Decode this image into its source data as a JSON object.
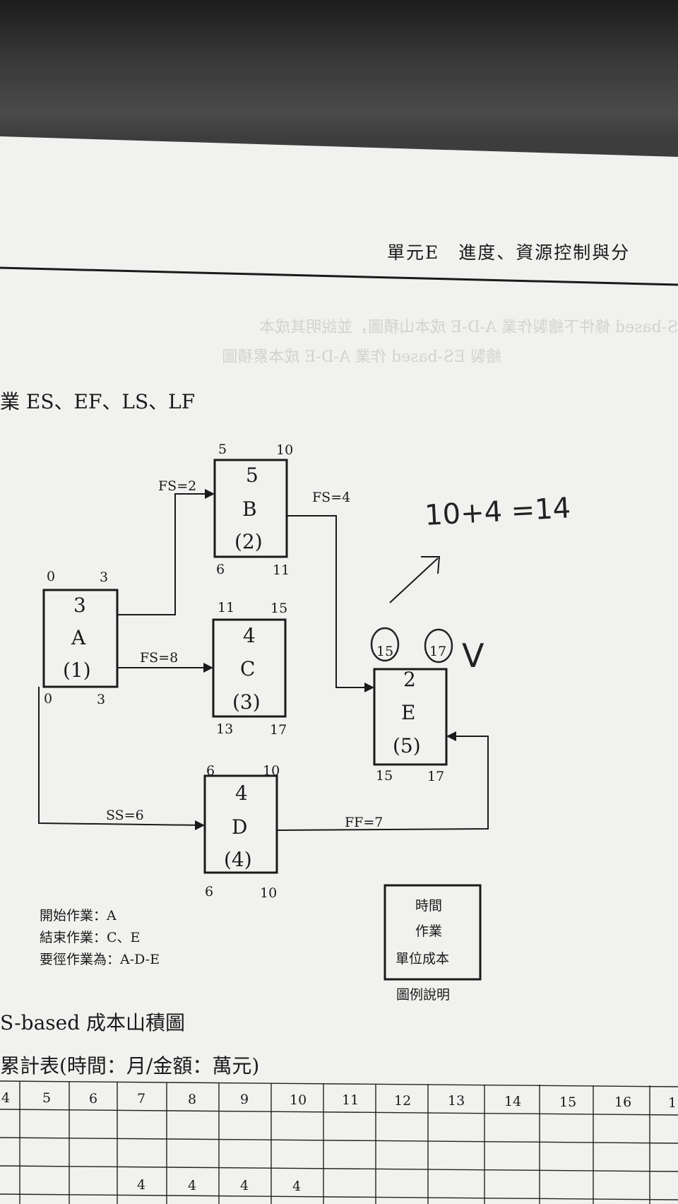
{
  "header": {
    "unit_title": "單元E　進度、資源控制與分"
  },
  "bleed": {
    "line1": "S-based 條件下繪製作業 A-D-E 成本山積圖，並說明其成本",
    "line2": "繪製 ES-based 作業 A-D-E 成本累積圖"
  },
  "section": {
    "heading": "業 ES、EF、LS、LF"
  },
  "activities": [
    {
      "id": "A",
      "duration": "3",
      "order": "(1)",
      "es": "0",
      "ef": "3",
      "ls": "0",
      "lf": "3"
    },
    {
      "id": "B",
      "duration": "5",
      "order": "(2)",
      "es": "5",
      "ef": "10",
      "ls": "6",
      "lf": "11"
    },
    {
      "id": "C",
      "duration": "4",
      "order": "(3)",
      "es": "11",
      "ef": "15",
      "ls": "13",
      "lf": "17"
    },
    {
      "id": "D",
      "duration": "4",
      "order": "(4)",
      "es": "6",
      "ef": "10",
      "ls": "6",
      "lf": "10"
    },
    {
      "id": "E",
      "duration": "2",
      "order": "(5)",
      "es": "15",
      "ef": "17",
      "ls": "15",
      "lf": "17"
    }
  ],
  "relations": {
    "a_b": "FS=2",
    "a_c": "FS=8",
    "a_d": "SS=6",
    "b_e": "FS=4",
    "d_e": "FF=7"
  },
  "notes": {
    "start": "開始作業：A",
    "end": "結束作業：C、E",
    "critical": "要徑作業為：A-D-E"
  },
  "legend": {
    "line1": "時間",
    "line2": "作業",
    "line3": "單位成本",
    "caption": "圖例說明"
  },
  "handwriting": {
    "calc": "10+4 =14",
    "check": "V"
  },
  "section2": {
    "title": "S-based 成本山積圖",
    "table_caption": "累計表(時間：月/金額：萬元)"
  },
  "table": {
    "months": [
      "4",
      "5",
      "6",
      "7",
      "8",
      "9",
      "10",
      "11",
      "12",
      "13",
      "14",
      "15",
      "16",
      "1"
    ],
    "row3": [
      "",
      "",
      "",
      "4",
      "4",
      "4",
      "4",
      "",
      "",
      "",
      "",
      "",
      "",
      ""
    ]
  }
}
